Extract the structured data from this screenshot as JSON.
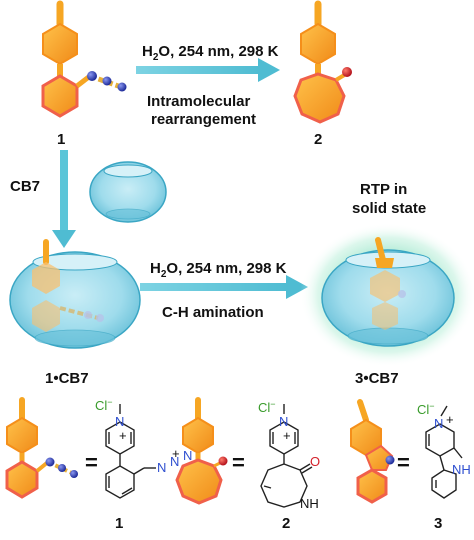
{
  "reactions": {
    "top": {
      "conditions": {
        "h": "H",
        "two": "2",
        "rest": "O, 254 nm, 298 K"
      },
      "line1": "Intramolecular",
      "line2": "rearrangement"
    },
    "middle": {
      "conditions": {
        "h": "H",
        "two": "2",
        "rest": "O, 254 nm, 298 K"
      },
      "label": "C-H amination"
    },
    "host_label": "CB7"
  },
  "compounds": {
    "c1": "1",
    "c2": "2",
    "c1cb7": "1•CB7",
    "c3cb7": "3•CB7",
    "bottom": [
      "1",
      "2",
      "3"
    ]
  },
  "rtp": {
    "line1": "RTP in",
    "line2": "solid state"
  },
  "equals": "=",
  "chem_labels": {
    "cl": "Cl",
    "minus": "−",
    "n": "N",
    "plus": "+",
    "o": "O",
    "nh": "NH"
  },
  "colors": {
    "ring_orange": "#f6a623",
    "ring_red": "#f0604a",
    "azide_blue": "#2b3bb0",
    "arrow": "#5bc5d8",
    "host": "#8ed6ea",
    "glow": "#7fd8b6",
    "cl_green": "#3a9c2c",
    "n_blue": "#2f4fd0",
    "o_red": "#d4202a"
  }
}
